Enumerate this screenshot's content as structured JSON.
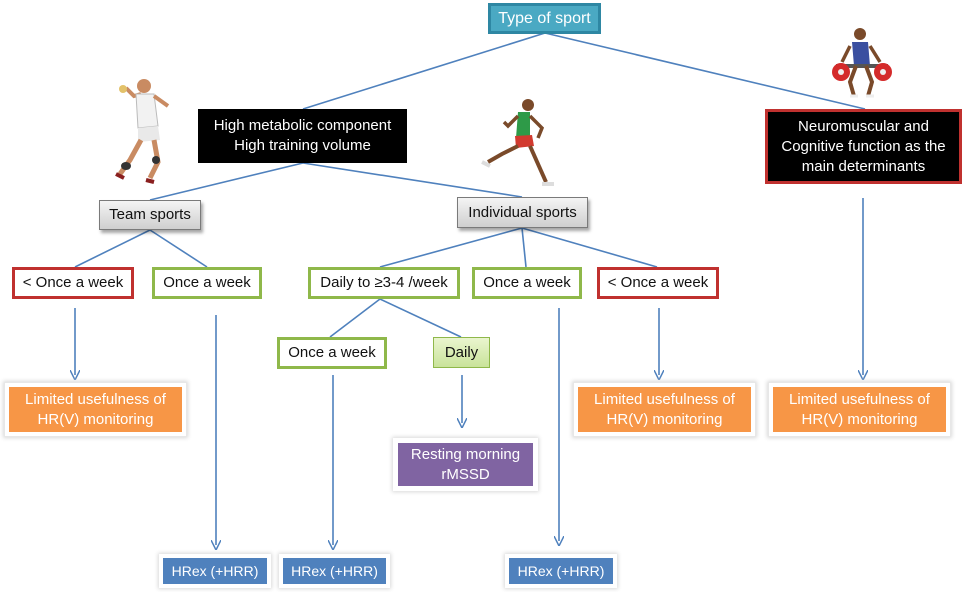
{
  "nodes": {
    "type_of_sport": "Type of sport",
    "high_metabolic": "High metabolic component\nHigh training volume",
    "neuromuscular": "Neuromuscular and\nCognitive function as the\nmain determinants",
    "team_sports": "Team sports",
    "individual_sports": "Individual sports",
    "team_lt_once": "< Once a week",
    "team_once": "Once a week",
    "ind_daily_3_4": "Daily to ≥3-4 /week",
    "ind_once": "Once a week",
    "ind_lt_once": "< Once a week",
    "sub_once": "Once a week",
    "sub_daily": "Daily",
    "limited_left": "Limited usefulness of\nHR(V) monitoring",
    "limited_mid": "Limited usefulness of\nHR(V) monitoring",
    "limited_right": "Limited usefulness of\nHR(V) monitoring",
    "resting": "Resting morning\nrMSSD",
    "hrex_1": "HRex (+HRR)",
    "hrex_2": "HRex (+HRR)",
    "hrex_3": "HRex (+HRR)"
  },
  "colors": {
    "line": "#4f81bd",
    "title_fill": "#4aa9c3",
    "red_border": "#c0312f",
    "green_border": "#8fb84a",
    "orange": "#f79646",
    "purple": "#8064a2",
    "blue": "#4f81bd"
  },
  "icons": [
    "handball-player-figure",
    "runner-figure",
    "weightlifter-figure"
  ]
}
